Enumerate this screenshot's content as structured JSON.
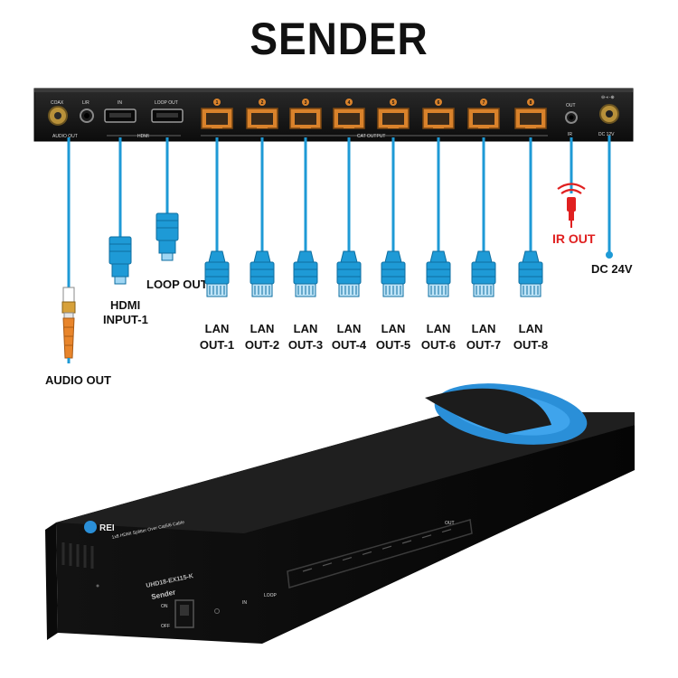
{
  "title": "SENDER",
  "rear_panel": {
    "port_labels": {
      "coax": "COAX",
      "lr": "L/R",
      "audio_out": "AUDIO OUT",
      "in": "IN",
      "loop_out": "LOOP OUT",
      "hdmi": "HDMI",
      "cat_output": "CAT OUTPUT",
      "ir_out_port": "OUT",
      "ir": "IR",
      "dc": "DC 12V"
    },
    "port_numbers": [
      "1",
      "2",
      "3",
      "4",
      "5",
      "6",
      "7",
      "8"
    ]
  },
  "callouts": {
    "hdmi_input": [
      "HDMI",
      "INPUT-1"
    ],
    "loop_out": "LOOP OUT",
    "audio_out": "AUDIO OUT",
    "ir_out": "IR OUT",
    "dc": "DC 24V",
    "lan": [
      [
        "LAN",
        "OUT-1"
      ],
      [
        "LAN",
        "OUT-2"
      ],
      [
        "LAN",
        "OUT-3"
      ],
      [
        "LAN",
        "OUT-4"
      ],
      [
        "LAN",
        "OUT-5"
      ],
      [
        "LAN",
        "OUT-6"
      ],
      [
        "LAN",
        "OUT-7"
      ],
      [
        "LAN",
        "OUT-8"
      ]
    ]
  },
  "device": {
    "tagline": "1x8 HDMI Splitter Over Cat5/6 Cable",
    "model": "UHD18-EX115-K",
    "unit": "Sender",
    "switch_on": "ON",
    "switch_off": "OFF",
    "front_in": "IN",
    "front_loop": "LOOP",
    "front_out": "OUT"
  },
  "colors": {
    "cable_blue": "#1e9ad6",
    "rj45_orange": "#d9822b",
    "ir_red": "#e02020",
    "brand_blue": "#2a8fd8"
  }
}
